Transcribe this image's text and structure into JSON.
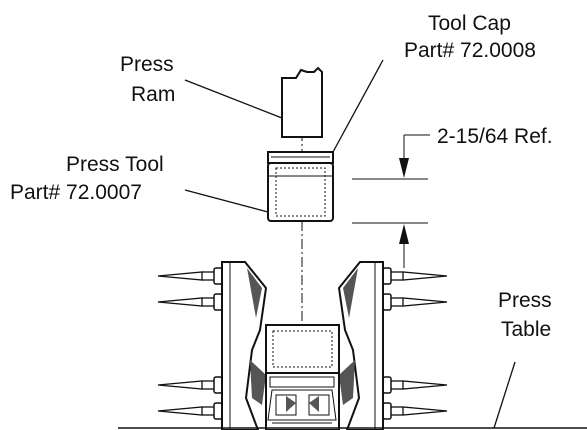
{
  "labels": {
    "tool_cap_line1": "Tool Cap",
    "tool_cap_line2": "Part# 72.0008",
    "press_ram_line1": "Press",
    "press_ram_line2": "Ram",
    "press_tool_line1": "Press Tool",
    "press_tool_line2": "Part# 72.0007",
    "dimension": "2-15/64 Ref.",
    "press_table_line1": "Press",
    "press_table_line2": "Table"
  }
}
